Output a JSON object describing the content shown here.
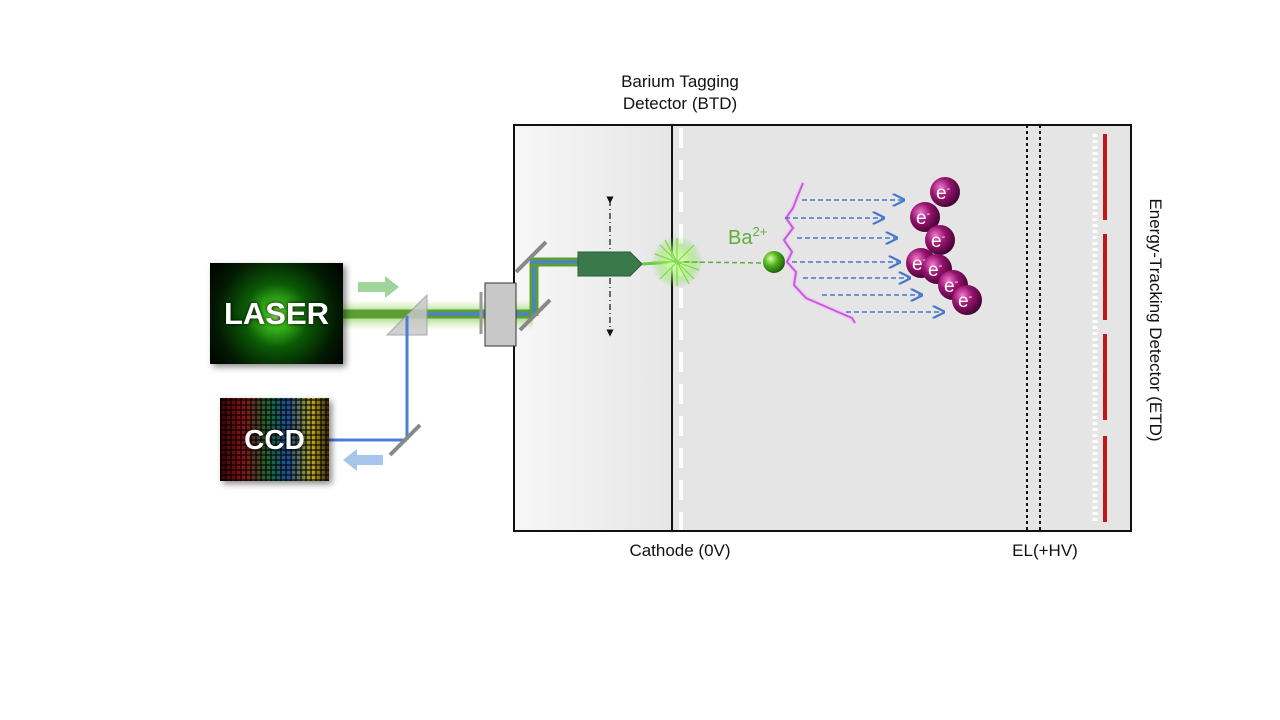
{
  "diagram": {
    "btd_title_line1": "Barium Tagging",
    "btd_title_line2": "Detector (BTD)",
    "cathode_label": "Cathode (0V)",
    "el_label": "EL(+HV)",
    "etd_label": "Energy-Tracking Detector (ETD)",
    "laser_label": "LASER",
    "ccd_label": "CCD",
    "ion_label": "Ba",
    "ion_charge": "2+",
    "electron_label": "e",
    "electron_charge": "-"
  },
  "colors": {
    "laser_beam": "#5fae3c",
    "return_beam": "#4a7fd6",
    "ion": "#3fa21a",
    "electron": "#8a1060",
    "track": "#c040d8",
    "drift_arrow": "#4a78c8",
    "etd_sensor": "#c0161a"
  }
}
